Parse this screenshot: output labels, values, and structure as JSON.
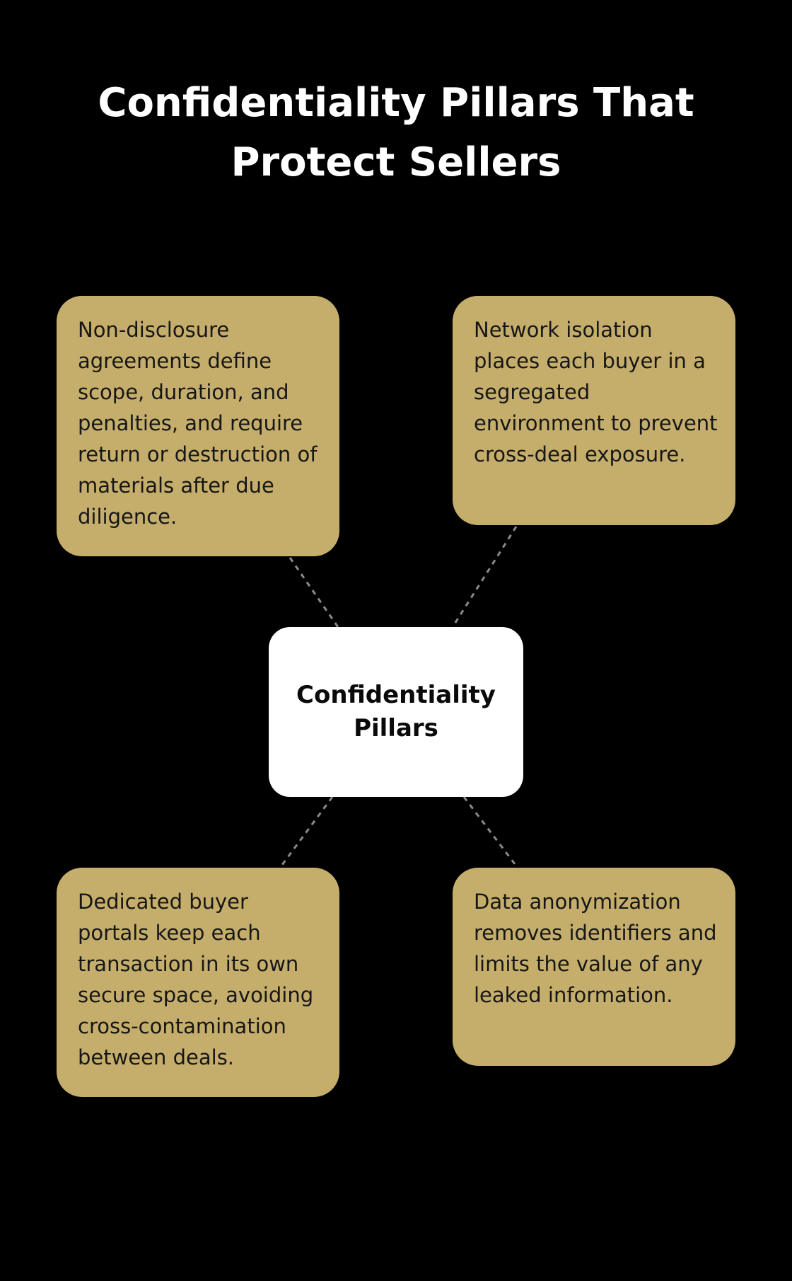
{
  "title": "Confidentiality Pillars That Protect Sellers",
  "center": {
    "label": "Confidentiality Pillars"
  },
  "pillars": [
    {
      "text": "Non-disclosure agreements define scope, duration, and penalties, and require return or destruction of materials after due diligence."
    },
    {
      "text": "Network isolation places each buyer in a segregated environment to prevent cross-deal exposure."
    },
    {
      "text": "Dedicated buyer portals keep each transaction in its own secure space, avoiding cross-contamination between deals."
    },
    {
      "text": "Data anonymization removes identifiers and limits the value of any leaked information."
    }
  ],
  "colors": {
    "background": "#000000",
    "card": "#c5ae6b",
    "center_box": "#ffffff",
    "connector": "#8a8a8a"
  }
}
